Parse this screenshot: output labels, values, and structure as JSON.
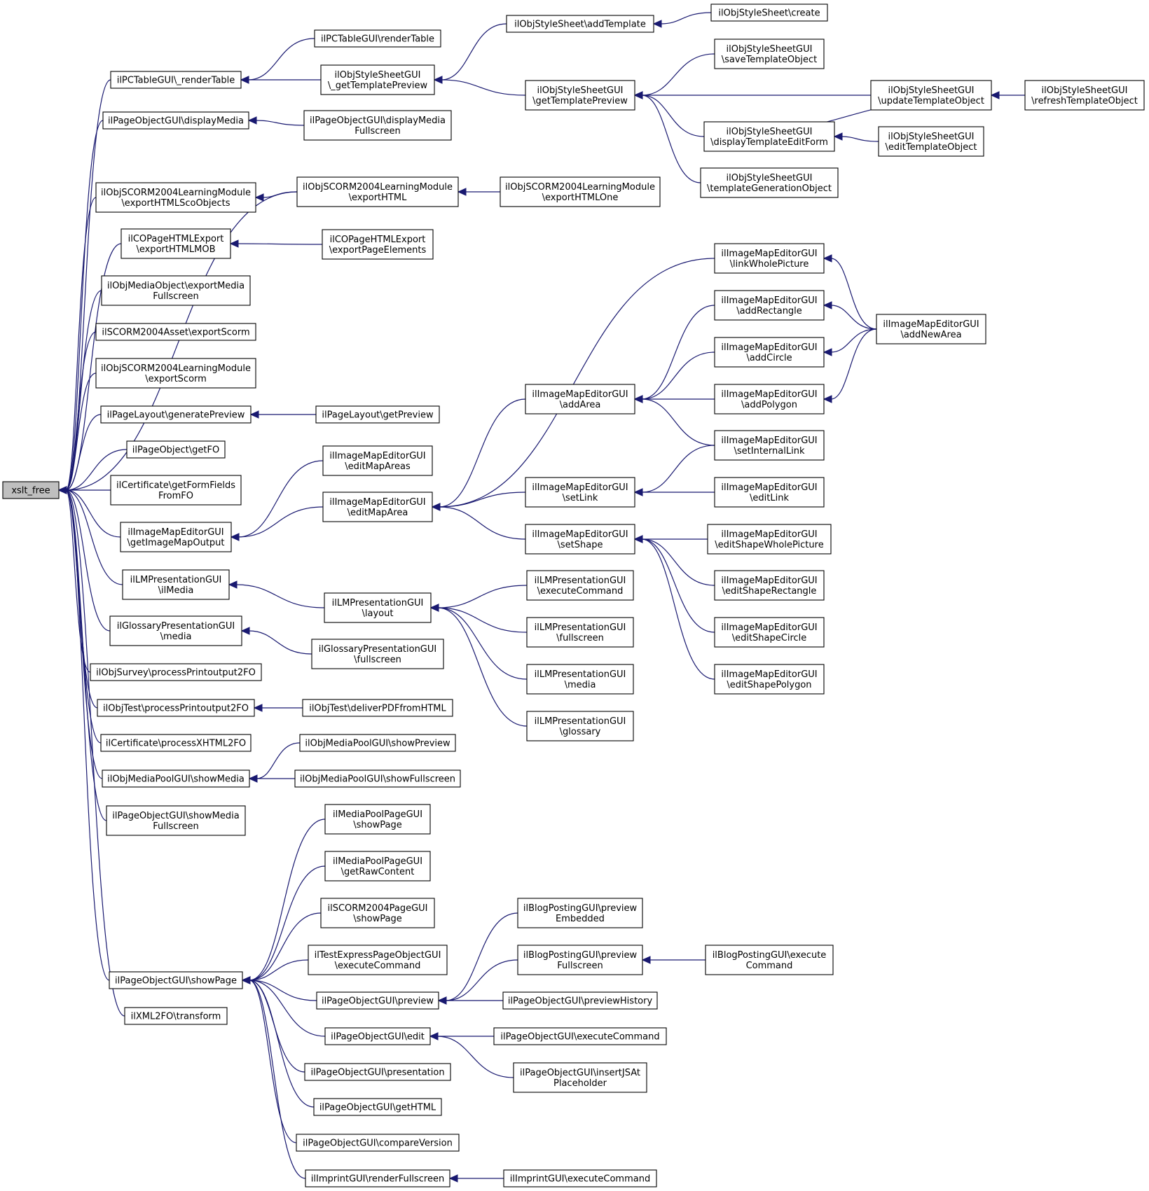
{
  "colors": {
    "edge": "#191970",
    "node_fill": "#ffffff",
    "root_fill": "#bfbfbf",
    "border": "#000000"
  },
  "nodes": [
    {
      "id": "xslt_free",
      "lines": [
        "xslt_free"
      ]
    },
    {
      "id": "pctable_rendertable",
      "lines": [
        "ilPCTableGUI\\_renderTable"
      ]
    },
    {
      "id": "pctablegui_rendertable",
      "lines": [
        "ilPCTableGUI\\renderTable"
      ]
    },
    {
      "id": "styl_gettemplatepreview_priv",
      "lines": [
        "ilObjStyleSheetGUI",
        "\\_getTemplatePreview"
      ]
    },
    {
      "id": "stylesheet_addtemplate",
      "lines": [
        "ilObjStyleSheet\\addTemplate"
      ]
    },
    {
      "id": "stylesheet_create",
      "lines": [
        "ilObjStyleSheet\\create"
      ]
    },
    {
      "id": "styl_gettemplatepreview",
      "lines": [
        "ilObjStyleSheetGUI",
        "\\getTemplatePreview"
      ]
    },
    {
      "id": "styl_savetemplateobject",
      "lines": [
        "ilObjStyleSheetGUI",
        "\\saveTemplateObject"
      ]
    },
    {
      "id": "styl_updatetemplateobject",
      "lines": [
        "ilObjStyleSheetGUI",
        "\\updateTemplateObject"
      ]
    },
    {
      "id": "styl_refreshtemplateobject",
      "lines": [
        "ilObjStyleSheetGUI",
        "\\refreshTemplateObject"
      ]
    },
    {
      "id": "styl_displaytemplateeditform",
      "lines": [
        "ilObjStyleSheetGUI",
        "\\displayTemplateEditForm"
      ]
    },
    {
      "id": "styl_edittemplateobject",
      "lines": [
        "ilObjStyleSheetGUI",
        "\\editTemplateObject"
      ]
    },
    {
      "id": "styl_templategenerationobject",
      "lines": [
        "ilObjStyleSheetGUI",
        "\\templateGenerationObject"
      ]
    },
    {
      "id": "pogui_displaymedia",
      "lines": [
        "ilPageObjectGUI\\displayMedia"
      ]
    },
    {
      "id": "pogui_displaymediafullscreen",
      "lines": [
        "ilPageObjectGUI\\displayMedia",
        "Fullscreen"
      ]
    },
    {
      "id": "scorm_exporthtmlscoobjects",
      "lines": [
        "ilObjSCORM2004LearningModule",
        "\\exportHTMLScoObjects"
      ]
    },
    {
      "id": "scorm_exporthtml",
      "lines": [
        "ilObjSCORM2004LearningModule",
        "\\exportHTML"
      ]
    },
    {
      "id": "scorm_exporthtmlone",
      "lines": [
        "ilObjSCORM2004LearningModule",
        "\\exportHTMLOne"
      ]
    },
    {
      "id": "copage_exporthtmlmob",
      "lines": [
        "ilCOPageHTMLExport",
        "\\exportHTMLMOB"
      ]
    },
    {
      "id": "copage_exportpageelements",
      "lines": [
        "ilCOPageHTMLExport",
        "\\exportPageElements"
      ]
    },
    {
      "id": "mob_exportmediafullscreen",
      "lines": [
        "ilObjMediaObject\\exportMedia",
        "Fullscreen"
      ]
    },
    {
      "id": "scormasset_exportscorm",
      "lines": [
        "ilSCORM2004Asset\\exportScorm"
      ]
    },
    {
      "id": "scormlm_exportscorm",
      "lines": [
        "ilObjSCORM2004LearningModule",
        "\\exportScorm"
      ]
    },
    {
      "id": "pagelayout_generatepreview",
      "lines": [
        "ilPageLayout\\generatePreview"
      ]
    },
    {
      "id": "pagelayout_getpreview",
      "lines": [
        "ilPageLayout\\getPreview"
      ]
    },
    {
      "id": "pageobject_getfo",
      "lines": [
        "ilPageObject\\getFO"
      ]
    },
    {
      "id": "cert_getformfieldsfromfo",
      "lines": [
        "ilCertificate\\getFormFields",
        "FromFO"
      ]
    },
    {
      "id": "ime_getimagemapoutput",
      "lines": [
        "ilImageMapEditorGUI",
        "\\getImageMapOutput"
      ]
    },
    {
      "id": "ime_editmapareas",
      "lines": [
        "ilImageMapEditorGUI",
        "\\editMapAreas"
      ]
    },
    {
      "id": "ime_editmaparea",
      "lines": [
        "ilImageMapEditorGUI",
        "\\editMapArea"
      ]
    },
    {
      "id": "ime_linkwholepicture",
      "lines": [
        "ilImageMapEditorGUI",
        "\\linkWholePicture"
      ]
    },
    {
      "id": "ime_addrectangle",
      "lines": [
        "ilImageMapEditorGUI",
        "\\addRectangle"
      ]
    },
    {
      "id": "ime_addnewarea",
      "lines": [
        "ilImageMapEditorGUI",
        "\\addNewArea"
      ]
    },
    {
      "id": "ime_addcircle",
      "lines": [
        "ilImageMapEditorGUI",
        "\\addCircle"
      ]
    },
    {
      "id": "ime_addarea",
      "lines": [
        "ilImageMapEditorGUI",
        "\\addArea"
      ]
    },
    {
      "id": "ime_addpolygon",
      "lines": [
        "ilImageMapEditorGUI",
        "\\addPolygon"
      ]
    },
    {
      "id": "ime_setinternallink",
      "lines": [
        "ilImageMapEditorGUI",
        "\\setInternalLink"
      ]
    },
    {
      "id": "ime_setlink",
      "lines": [
        "ilImageMapEditorGUI",
        "\\setLink"
      ]
    },
    {
      "id": "ime_editlink",
      "lines": [
        "ilImageMapEditorGUI",
        "\\editLink"
      ]
    },
    {
      "id": "ime_setshape",
      "lines": [
        "ilImageMapEditorGUI",
        "\\setShape"
      ]
    },
    {
      "id": "ime_editshapewholepicture",
      "lines": [
        "ilImageMapEditorGUI",
        "\\editShapeWholePicture"
      ]
    },
    {
      "id": "ime_editshaperectangle",
      "lines": [
        "ilImageMapEditorGUI",
        "\\editShapeRectangle"
      ]
    },
    {
      "id": "ime_editshapecircle",
      "lines": [
        "ilImageMapEditorGUI",
        "\\editShapeCircle"
      ]
    },
    {
      "id": "ime_editshapepolygon",
      "lines": [
        "ilImageMapEditorGUI",
        "\\editShapePolygon"
      ]
    },
    {
      "id": "lmp_ilmedia",
      "lines": [
        "ilLMPresentationGUI",
        "\\ilMedia"
      ]
    },
    {
      "id": "lmp_layout",
      "lines": [
        "ilLMPresentationGUI",
        "\\layout"
      ]
    },
    {
      "id": "lmp_executecommand",
      "lines": [
        "ilLMPresentationGUI",
        "\\executeCommand"
      ]
    },
    {
      "id": "lmp_fullscreen",
      "lines": [
        "ilLMPresentationGUI",
        "\\fullscreen"
      ]
    },
    {
      "id": "lmp_media",
      "lines": [
        "ilLMPresentationGUI",
        "\\media"
      ]
    },
    {
      "id": "lmp_glossary",
      "lines": [
        "ilLMPresentationGUI",
        "\\glossary"
      ]
    },
    {
      "id": "glo_media",
      "lines": [
        "ilGlossaryPresentationGUI",
        "\\media"
      ]
    },
    {
      "id": "glo_fullscreen",
      "lines": [
        "ilGlossaryPresentationGUI",
        "\\fullscreen"
      ]
    },
    {
      "id": "survey_processprintoutput2fo",
      "lines": [
        "ilObjSurvey\\processPrintoutput2FO"
      ]
    },
    {
      "id": "test_processprintoutput2fo",
      "lines": [
        "ilObjTest\\processPrintoutput2FO"
      ]
    },
    {
      "id": "test_deliverpdffromhtml",
      "lines": [
        "ilObjTest\\deliverPDFfromHTML"
      ]
    },
    {
      "id": "cert_processxhtml2fo",
      "lines": [
        "ilCertificate\\processXHTML2FO"
      ]
    },
    {
      "id": "mep_showpreview",
      "lines": [
        "ilObjMediaPoolGUI\\showPreview"
      ]
    },
    {
      "id": "mep_showmedia",
      "lines": [
        "ilObjMediaPoolGUI\\showMedia"
      ]
    },
    {
      "id": "mep_showfullscreen",
      "lines": [
        "ilObjMediaPoolGUI\\showFullscreen"
      ]
    },
    {
      "id": "pogui_showmediafullscreen",
      "lines": [
        "ilPageObjectGUI\\showMedia",
        "Fullscreen"
      ]
    },
    {
      "id": "mpp_showpage",
      "lines": [
        "ilMediaPoolPageGUI",
        "\\showPage"
      ]
    },
    {
      "id": "mpp_getrawcontent",
      "lines": [
        "ilMediaPoolPageGUI",
        "\\getRawContent"
      ]
    },
    {
      "id": "scormpage_showpage",
      "lines": [
        "ilSCORM2004PageGUI",
        "\\showPage"
      ]
    },
    {
      "id": "tepo_executecommand",
      "lines": [
        "ilTestExpressPageObjectGUI",
        "\\executeCommand"
      ]
    },
    {
      "id": "blog_previewembedded",
      "lines": [
        "ilBlogPostingGUI\\preview",
        "Embedded"
      ]
    },
    {
      "id": "blog_previewfullscreen",
      "lines": [
        "ilBlogPostingGUI\\preview",
        "Fullscreen"
      ]
    },
    {
      "id": "blog_executecommand",
      "lines": [
        "ilBlogPostingGUI\\execute",
        "Command"
      ]
    },
    {
      "id": "pogui_showpage",
      "lines": [
        "ilPageObjectGUI\\showPage"
      ]
    },
    {
      "id": "pogui_preview",
      "lines": [
        "ilPageObjectGUI\\preview"
      ]
    },
    {
      "id": "pogui_previewhistory",
      "lines": [
        "ilPageObjectGUI\\previewHistory"
      ]
    },
    {
      "id": "pogui_edit",
      "lines": [
        "ilPageObjectGUI\\edit"
      ]
    },
    {
      "id": "pogui_executecommand",
      "lines": [
        "ilPageObjectGUI\\executeCommand"
      ]
    },
    {
      "id": "pogui_insertjsatplaceholder",
      "lines": [
        "ilPageObjectGUI\\insertJSAt",
        "Placeholder"
      ]
    },
    {
      "id": "pogui_presentation",
      "lines": [
        "ilPageObjectGUI\\presentation"
      ]
    },
    {
      "id": "pogui_gethtml",
      "lines": [
        "ilPageObjectGUI\\getHTML"
      ]
    },
    {
      "id": "pogui_compareversion",
      "lines": [
        "ilPageObjectGUI\\compareVersion"
      ]
    },
    {
      "id": "xml2fo_transform",
      "lines": [
        "ilXML2FO\\transform"
      ]
    },
    {
      "id": "imprint_renderfullscreen",
      "lines": [
        "ilImprintGUI\\renderFullscreen"
      ]
    },
    {
      "id": "imprint_executecommand",
      "lines": [
        "ilImprintGUI\\executeCommand"
      ]
    }
  ],
  "edges": [
    [
      "pctable_rendertable",
      "xslt_free"
    ],
    [
      "pogui_displaymedia",
      "xslt_free"
    ],
    [
      "scorm_exporthtml",
      "xslt_free"
    ],
    [
      "scorm_exporthtmlscoobjects",
      "xslt_free"
    ],
    [
      "copage_exporthtmlmob",
      "xslt_free"
    ],
    [
      "mob_exportmediafullscreen",
      "xslt_free"
    ],
    [
      "scormasset_exportscorm",
      "xslt_free"
    ],
    [
      "scormlm_exportscorm",
      "xslt_free"
    ],
    [
      "pagelayout_generatepreview",
      "xslt_free"
    ],
    [
      "pageobject_getfo",
      "xslt_free"
    ],
    [
      "cert_getformfieldsfromfo",
      "xslt_free"
    ],
    [
      "ime_getimagemapoutput",
      "xslt_free"
    ],
    [
      "lmp_ilmedia",
      "xslt_free"
    ],
    [
      "glo_media",
      "xslt_free"
    ],
    [
      "survey_processprintoutput2fo",
      "xslt_free"
    ],
    [
      "test_processprintoutput2fo",
      "xslt_free"
    ],
    [
      "cert_processxhtml2fo",
      "xslt_free"
    ],
    [
      "mep_showmedia",
      "xslt_free"
    ],
    [
      "pogui_showmediafullscreen",
      "xslt_free"
    ],
    [
      "pogui_showpage",
      "xslt_free"
    ],
    [
      "xml2fo_transform",
      "xslt_free"
    ],
    [
      "pctablegui_rendertable",
      "pctable_rendertable"
    ],
    [
      "styl_gettemplatepreview_priv",
      "pctable_rendertable"
    ],
    [
      "stylesheet_addtemplate",
      "styl_gettemplatepreview_priv"
    ],
    [
      "styl_gettemplatepreview",
      "styl_gettemplatepreview_priv"
    ],
    [
      "stylesheet_create",
      "stylesheet_addtemplate"
    ],
    [
      "styl_savetemplateobject",
      "styl_gettemplatepreview"
    ],
    [
      "styl_updatetemplateobject",
      "styl_gettemplatepreview"
    ],
    [
      "styl_displaytemplateeditform",
      "styl_gettemplatepreview"
    ],
    [
      "styl_templategenerationobject",
      "styl_gettemplatepreview"
    ],
    [
      "styl_refreshtemplateobject",
      "styl_updatetemplateobject"
    ],
    [
      "styl_displaytemplateeditform",
      "styl_updatetemplateobject"
    ],
    [
      "styl_edittemplateobject",
      "styl_displaytemplateeditform"
    ],
    [
      "pogui_displaymediafullscreen",
      "pogui_displaymedia"
    ],
    [
      "scorm_exporthtml",
      "scorm_exporthtmlscoobjects"
    ],
    [
      "scorm_exporthtmlone",
      "scorm_exporthtml"
    ],
    [
      "copage_exportpageelements",
      "copage_exporthtmlmob"
    ],
    [
      "pagelayout_getpreview",
      "pagelayout_generatepreview"
    ],
    [
      "ime_editmapareas",
      "ime_getimagemapoutput"
    ],
    [
      "ime_editmaparea",
      "ime_getimagemapoutput"
    ],
    [
      "ime_linkwholepicture",
      "ime_editmaparea"
    ],
    [
      "ime_addarea",
      "ime_editmaparea"
    ],
    [
      "ime_setlink",
      "ime_editmaparea"
    ],
    [
      "ime_setshape",
      "ime_editmaparea"
    ],
    [
      "ime_addrectangle",
      "ime_addarea"
    ],
    [
      "ime_addcircle",
      "ime_addarea"
    ],
    [
      "ime_addpolygon",
      "ime_addarea"
    ],
    [
      "ime_setinternallink",
      "ime_addarea"
    ],
    [
      "ime_addnewarea",
      "ime_linkwholepicture"
    ],
    [
      "ime_addnewarea",
      "ime_addrectangle"
    ],
    [
      "ime_addnewarea",
      "ime_addcircle"
    ],
    [
      "ime_addnewarea",
      "ime_addpolygon"
    ],
    [
      "ime_setinternallink",
      "ime_setlink"
    ],
    [
      "ime_editlink",
      "ime_setlink"
    ],
    [
      "ime_editshapewholepicture",
      "ime_setshape"
    ],
    [
      "ime_editshaperectangle",
      "ime_setshape"
    ],
    [
      "ime_editshapecircle",
      "ime_setshape"
    ],
    [
      "ime_editshapepolygon",
      "ime_setshape"
    ],
    [
      "lmp_layout",
      "lmp_ilmedia"
    ],
    [
      "lmp_executecommand",
      "lmp_layout"
    ],
    [
      "lmp_fullscreen",
      "lmp_layout"
    ],
    [
      "lmp_media",
      "lmp_layout"
    ],
    [
      "lmp_glossary",
      "lmp_layout"
    ],
    [
      "glo_fullscreen",
      "glo_media"
    ],
    [
      "test_deliverpdffromhtml",
      "test_processprintoutput2fo"
    ],
    [
      "mep_showpreview",
      "mep_showmedia"
    ],
    [
      "mep_showfullscreen",
      "mep_showmedia"
    ],
    [
      "mpp_showpage",
      "pogui_showpage"
    ],
    [
      "mpp_getrawcontent",
      "pogui_showpage"
    ],
    [
      "scormpage_showpage",
      "pogui_showpage"
    ],
    [
      "tepo_executecommand",
      "pogui_showpage"
    ],
    [
      "pogui_preview",
      "pogui_showpage"
    ],
    [
      "pogui_edit",
      "pogui_showpage"
    ],
    [
      "pogui_presentation",
      "pogui_showpage"
    ],
    [
      "pogui_gethtml",
      "pogui_showpage"
    ],
    [
      "pogui_compareversion",
      "pogui_showpage"
    ],
    [
      "imprint_renderfullscreen",
      "pogui_showpage"
    ],
    [
      "blog_previewembedded",
      "pogui_preview"
    ],
    [
      "blog_previewfullscreen",
      "pogui_preview"
    ],
    [
      "pogui_previewhistory",
      "pogui_preview"
    ],
    [
      "blog_executecommand",
      "blog_previewfullscreen"
    ],
    [
      "pogui_executecommand",
      "pogui_edit"
    ],
    [
      "pogui_insertjsatplaceholder",
      "pogui_edit"
    ],
    [
      "imprint_executecommand",
      "imprint_renderfullscreen"
    ]
  ]
}
